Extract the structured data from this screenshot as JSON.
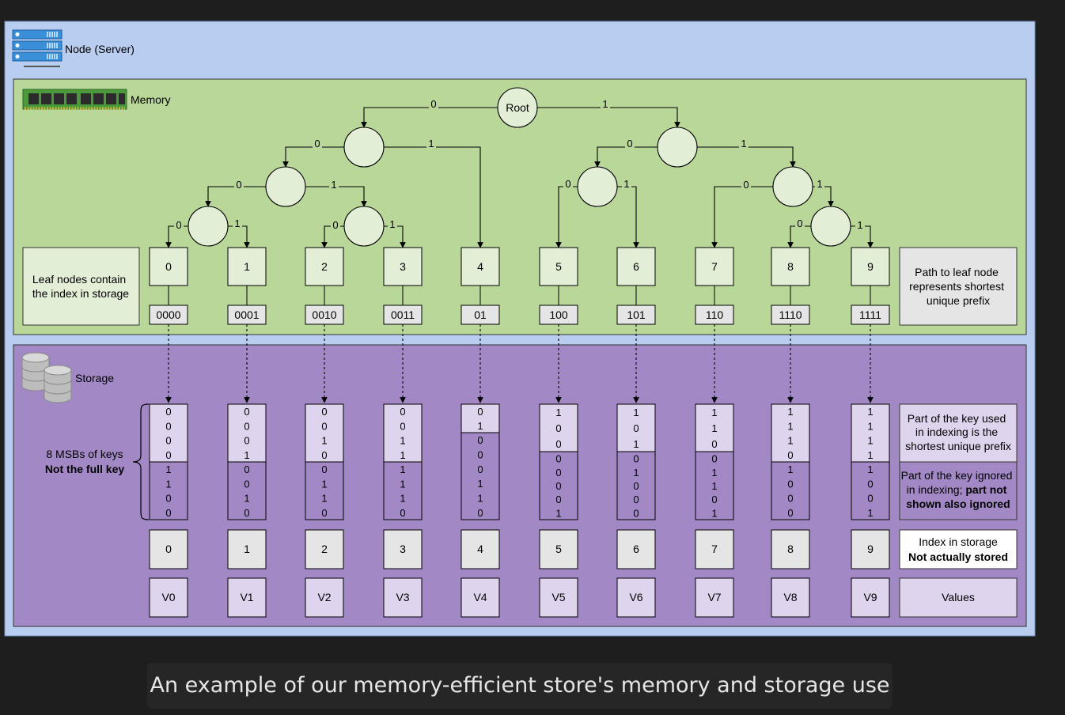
{
  "node": {
    "label": "Node (Server)"
  },
  "memory": {
    "label": "Memory",
    "root_label": "Root",
    "leaf_note": "Leaf nodes contain the index in storage",
    "path_note": "Path to leaf node represents shortest unique prefix"
  },
  "storage": {
    "label": "Storage",
    "brace_note_line1": "8 MSBs of keys",
    "brace_note_line2": "Not the full key",
    "legend_used": [
      "Part of the key used",
      "in indexing is the",
      "shortest unique prefix"
    ],
    "legend_ignored_line1": "Part of the key ignored",
    "legend_ignored_line2_normal": "in indexing; ",
    "legend_ignored_line2_bold": "part not",
    "legend_ignored_line3_bold": "shown also ignored",
    "legend_index_line1": "Index in storage",
    "legend_index_line2": "Not actually stored",
    "legend_values": "Values"
  },
  "leaves": [
    {
      "index": "0",
      "prefix": "0000",
      "key_bits": [
        "0",
        "0",
        "0",
        "0",
        "1",
        "1",
        "0",
        "0"
      ],
      "prefix_len": 4,
      "value": "V0"
    },
    {
      "index": "1",
      "prefix": "0001",
      "key_bits": [
        "0",
        "0",
        "0",
        "1",
        "0",
        "0",
        "1",
        "0"
      ],
      "prefix_len": 4,
      "value": "V1"
    },
    {
      "index": "2",
      "prefix": "0010",
      "key_bits": [
        "0",
        "0",
        "1",
        "0",
        "0",
        "1",
        "1",
        "0"
      ],
      "prefix_len": 4,
      "value": "V2"
    },
    {
      "index": "3",
      "prefix": "0011",
      "key_bits": [
        "0",
        "0",
        "1",
        "1",
        "1",
        "1",
        "1",
        "0"
      ],
      "prefix_len": 4,
      "value": "V3"
    },
    {
      "index": "4",
      "prefix": "01",
      "key_bits": [
        "0",
        "1",
        "0",
        "0",
        "0",
        "1",
        "1",
        "0"
      ],
      "prefix_len": 2,
      "value": "V4"
    },
    {
      "index": "5",
      "prefix": "100",
      "key_bits": [
        "1",
        "0",
        "0",
        "0",
        "0",
        "0",
        "0",
        "1"
      ],
      "prefix_len": 3,
      "value": "V5"
    },
    {
      "index": "6",
      "prefix": "101",
      "key_bits": [
        "1",
        "0",
        "1",
        "0",
        "1",
        "0",
        "0",
        "0"
      ],
      "prefix_len": 3,
      "value": "V6"
    },
    {
      "index": "7",
      "prefix": "110",
      "key_bits": [
        "1",
        "1",
        "0",
        "0",
        "1",
        "1",
        "0",
        "1"
      ],
      "prefix_len": 3,
      "value": "V7"
    },
    {
      "index": "8",
      "prefix": "1110",
      "key_bits": [
        "1",
        "1",
        "1",
        "0",
        "1",
        "0",
        "0",
        "0"
      ],
      "prefix_len": 4,
      "value": "V8"
    },
    {
      "index": "9",
      "prefix": "1111",
      "key_bits": [
        "1",
        "1",
        "1",
        "1",
        "1",
        "0",
        "0",
        "1"
      ],
      "prefix_len": 4,
      "value": "V9"
    }
  ],
  "edge_bits": [
    "0",
    "1"
  ],
  "caption": "An example of our memory-efficient store's memory and storage use",
  "colors": {
    "node_bg": "#b8cdef",
    "memory_bg": "#b9d799",
    "storage_bg": "#a388c6",
    "tree_node": "#e3eed6",
    "box_light": "#e5e5e5",
    "cell_light": "#dfd4ee",
    "page_bg": "#1e1e1e"
  }
}
